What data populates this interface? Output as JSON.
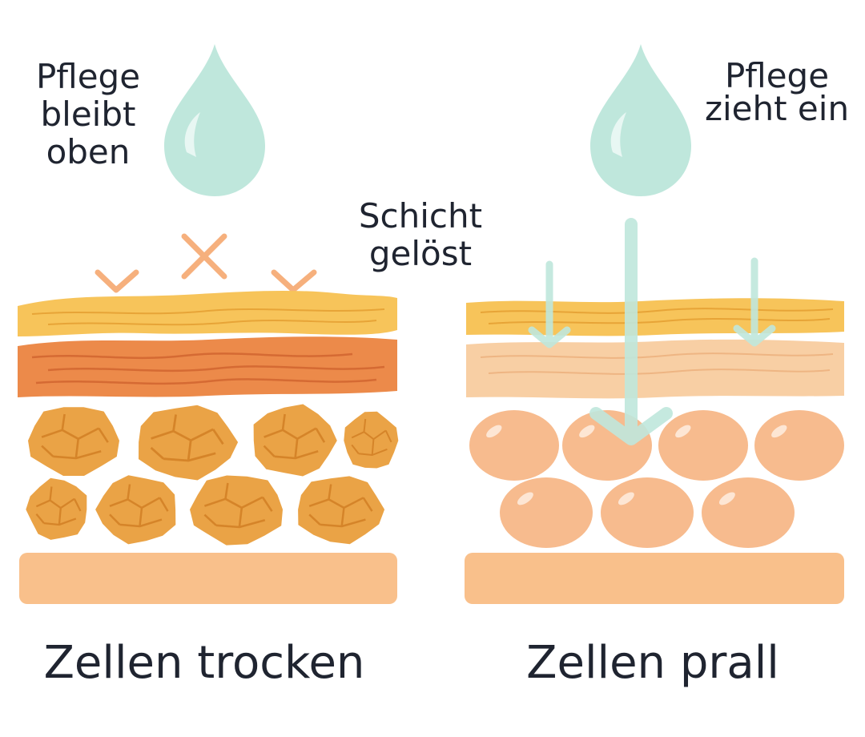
{
  "labels": {
    "left_top": "Pflege\nbleibt\noben",
    "middle": "Schicht\ngelöst",
    "right_top": "Pflege\nzieht ein"
  },
  "captions": {
    "left": "Zellen trocken",
    "right": "Zellen prall"
  },
  "colors": {
    "drop": "#bfe7dc",
    "drop_highlight": "#e8f7f3",
    "top_layer": "#f7c45a",
    "top_layer_line": "#e7a437",
    "mid_layer_dry": "#ec8a4a",
    "mid_layer_dry_line": "#d56a33",
    "mid_layer_plump": "#f8cfa4",
    "mid_layer_plump_line": "#eeb583",
    "dry_cell": "#eaa346",
    "dry_cell_crack": "#d58429",
    "plump_cell": "#f7bb8e",
    "plump_cell_highlight": "#fde6d4",
    "base_layer": "#f9c08b",
    "x_marks": "#f6b07d",
    "arrows": "#bfe7dc"
  }
}
